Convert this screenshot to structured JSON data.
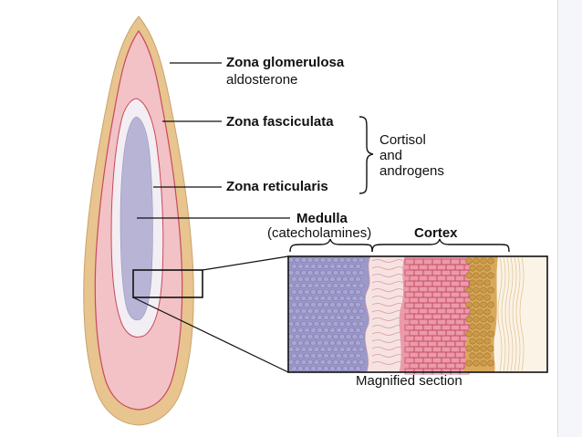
{
  "labels": {
    "zona_glomerulosa": "Zona glomerulosa",
    "aldosterone": "aldosterone",
    "zona_fasciculata": "Zona fasciculata",
    "zona_reticularis": "Zona reticularis",
    "cortisol_line1": "Cortisol",
    "cortisol_line2": "and",
    "cortisol_line3": "androgens",
    "medulla": "Medulla",
    "catecholamines": "(catecholamines)",
    "cortex": "Cortex",
    "magnified_section": "Magnified section"
  },
  "colors": {
    "capsule": "#e8c48e",
    "glomerulosa": "#f2c2c6",
    "fasciculata_border": "#c84a5c",
    "reticularis": "#f3eef3",
    "medulla": "#b7b4d6",
    "magnified_medulla": "#9c98c8",
    "magnified_cortex_pink": "#e9879a",
    "magnified_capsule": "#d9a85a"
  }
}
